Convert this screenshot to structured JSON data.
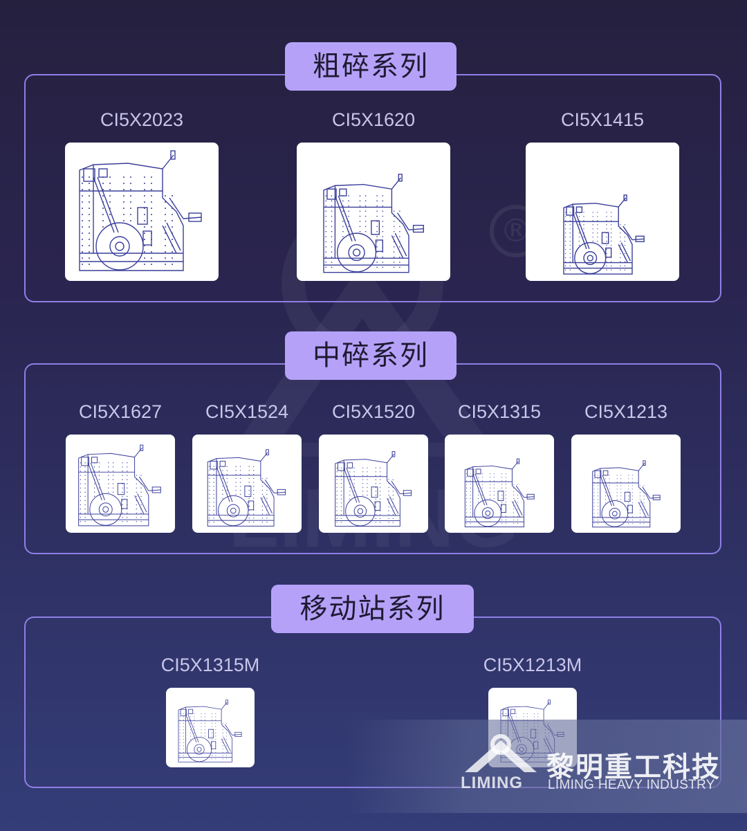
{
  "sections": [
    {
      "title": "粗碎系列",
      "products": [
        {
          "model": "CI5X2023",
          "icon": "crusher-drawing-icon"
        },
        {
          "model": "CI5X1620",
          "icon": "crusher-drawing-icon"
        },
        {
          "model": "CI5X1415",
          "icon": "crusher-drawing-icon"
        }
      ]
    },
    {
      "title": "中碎系列",
      "products": [
        {
          "model": "CI5X1627",
          "icon": "crusher-drawing-icon"
        },
        {
          "model": "CI5X1524",
          "icon": "crusher-drawing-icon"
        },
        {
          "model": "CI5X1520",
          "icon": "crusher-drawing-icon"
        },
        {
          "model": "CI5X1315",
          "icon": "crusher-drawing-icon"
        },
        {
          "model": "CI5X1213",
          "icon": "crusher-drawing-icon"
        }
      ]
    },
    {
      "title": "移动站系列",
      "products": [
        {
          "model": "CI5X1315M",
          "icon": "crusher-drawing-icon"
        },
        {
          "model": "CI5X1213M",
          "icon": "crusher-drawing-icon"
        }
      ]
    }
  ],
  "watermark": {
    "text": "LIMING",
    "registered_mark": "®"
  },
  "brand": {
    "logo_text": "LIMING",
    "name_cn": "黎明重工科技",
    "name_en": "LIMING HEAVY INDUSTRY"
  },
  "colors": {
    "background_top": "#26203f",
    "background_bottom": "#343d78",
    "section_border": "#8f7fe6",
    "title_pill": "#b5a2f8",
    "model_label": "#c9c6ea",
    "drawing_line": "#3a3f9a",
    "card": "#ffffff"
  }
}
